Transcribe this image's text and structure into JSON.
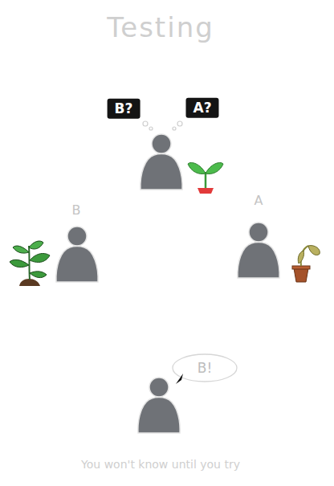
{
  "diagram": {
    "title": "Testing",
    "caption": "You won't know until you try",
    "nodes": [
      {
        "text": [
          "B?",
          "A?"
        ]
      },
      {
        "text": [
          "B"
        ]
      },
      {
        "text": [
          "A"
        ]
      },
      {
        "text": [
          "B!"
        ]
      }
    ],
    "edges": [
      {
        "from": 0,
        "to": 1,
        "arrow": "to"
      },
      {
        "from": 0,
        "to": 2,
        "arrow": "to"
      },
      {
        "from": 1,
        "to": 3,
        "arrow": "to"
      },
      {
        "from": 2,
        "to": 3,
        "arrow": "to"
      }
    ]
  }
}
